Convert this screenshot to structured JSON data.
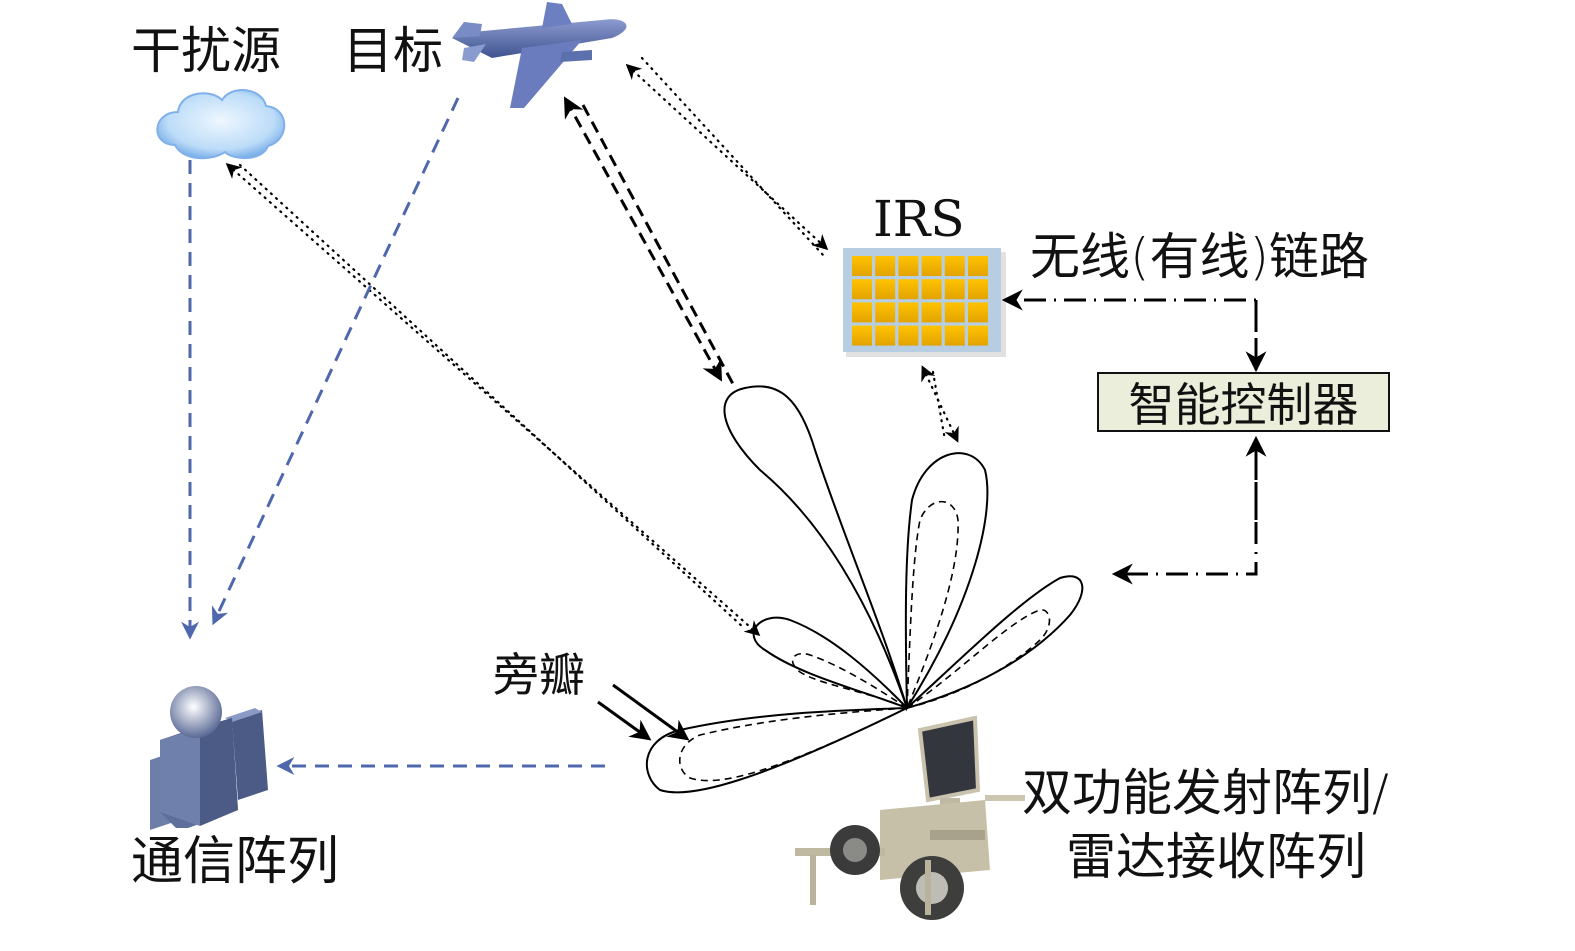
{
  "labels": {
    "jammer": "干扰源",
    "target": "目标",
    "irs": "IRS",
    "link": "无线(有线)链路",
    "controller": "智能控制器",
    "sidelobe": "旁瓣",
    "comm_array": "通信阵列",
    "dual_array_line1": "双功能发射阵列/",
    "dual_array_line2": "雷达接收阵列"
  },
  "irs_grid": {
    "rows": 4,
    "cols": 6
  },
  "colors": {
    "comm_link": "#4f68ad",
    "irs_tile": "#f2b400",
    "irs_frame": "#b7cde2",
    "controller_fill": "#eaeedb",
    "cloud": "#a9cff3",
    "plane": "#5d70ae",
    "user": "#6d7fa8"
  }
}
